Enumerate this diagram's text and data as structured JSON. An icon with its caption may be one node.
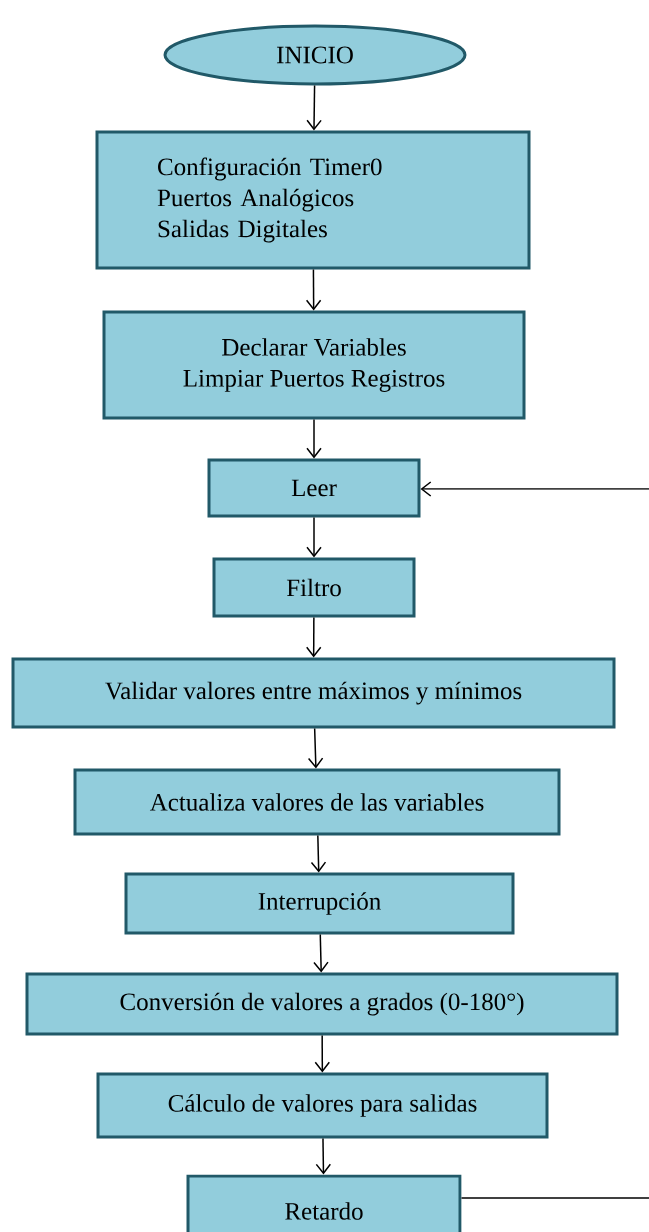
{
  "diagram": {
    "nodes": [
      {
        "text": [
          "INICIO"
        ]
      },
      {
        "text": [
          "Configuración Timer0",
          "Puertos Analógicos",
          "Salidas Digitales"
        ]
      },
      {
        "text": [
          "Declarar Variables",
          "Limpiar Puertos Registros"
        ]
      },
      {
        "text": [
          "Leer"
        ]
      },
      {
        "text": [
          "Filtro"
        ]
      },
      {
        "text": [
          "Validar valores entre máximos y mínimos"
        ]
      },
      {
        "text": [
          "Actualiza valores de las variables"
        ]
      },
      {
        "text": [
          "Interrupción"
        ]
      },
      {
        "text": [
          "Conversión de valores a grados (0-180°)"
        ]
      },
      {
        "text": [
          "Cálculo de valores para salidas"
        ]
      },
      {
        "text": [
          "Retardo"
        ]
      }
    ],
    "edges": [
      {
        "from": 0,
        "to": 1,
        "arrow": "to"
      },
      {
        "from": 1,
        "to": 2,
        "arrow": "to"
      },
      {
        "from": 2,
        "to": 3,
        "arrow": "to"
      },
      {
        "from": 3,
        "to": 4,
        "arrow": "to"
      },
      {
        "from": 4,
        "to": 5,
        "arrow": "to"
      },
      {
        "from": 5,
        "to": 6,
        "arrow": "to"
      },
      {
        "from": 6,
        "to": 7,
        "arrow": "to"
      },
      {
        "from": 7,
        "to": 8,
        "arrow": "to"
      },
      {
        "from": 8,
        "to": 9,
        "arrow": "to"
      },
      {
        "from": 9,
        "to": 10,
        "arrow": "to"
      },
      {
        "from": 10,
        "to": null,
        "arrow": "none"
      },
      {
        "from": null,
        "to": 3,
        "arrow": "to"
      }
    ]
  }
}
